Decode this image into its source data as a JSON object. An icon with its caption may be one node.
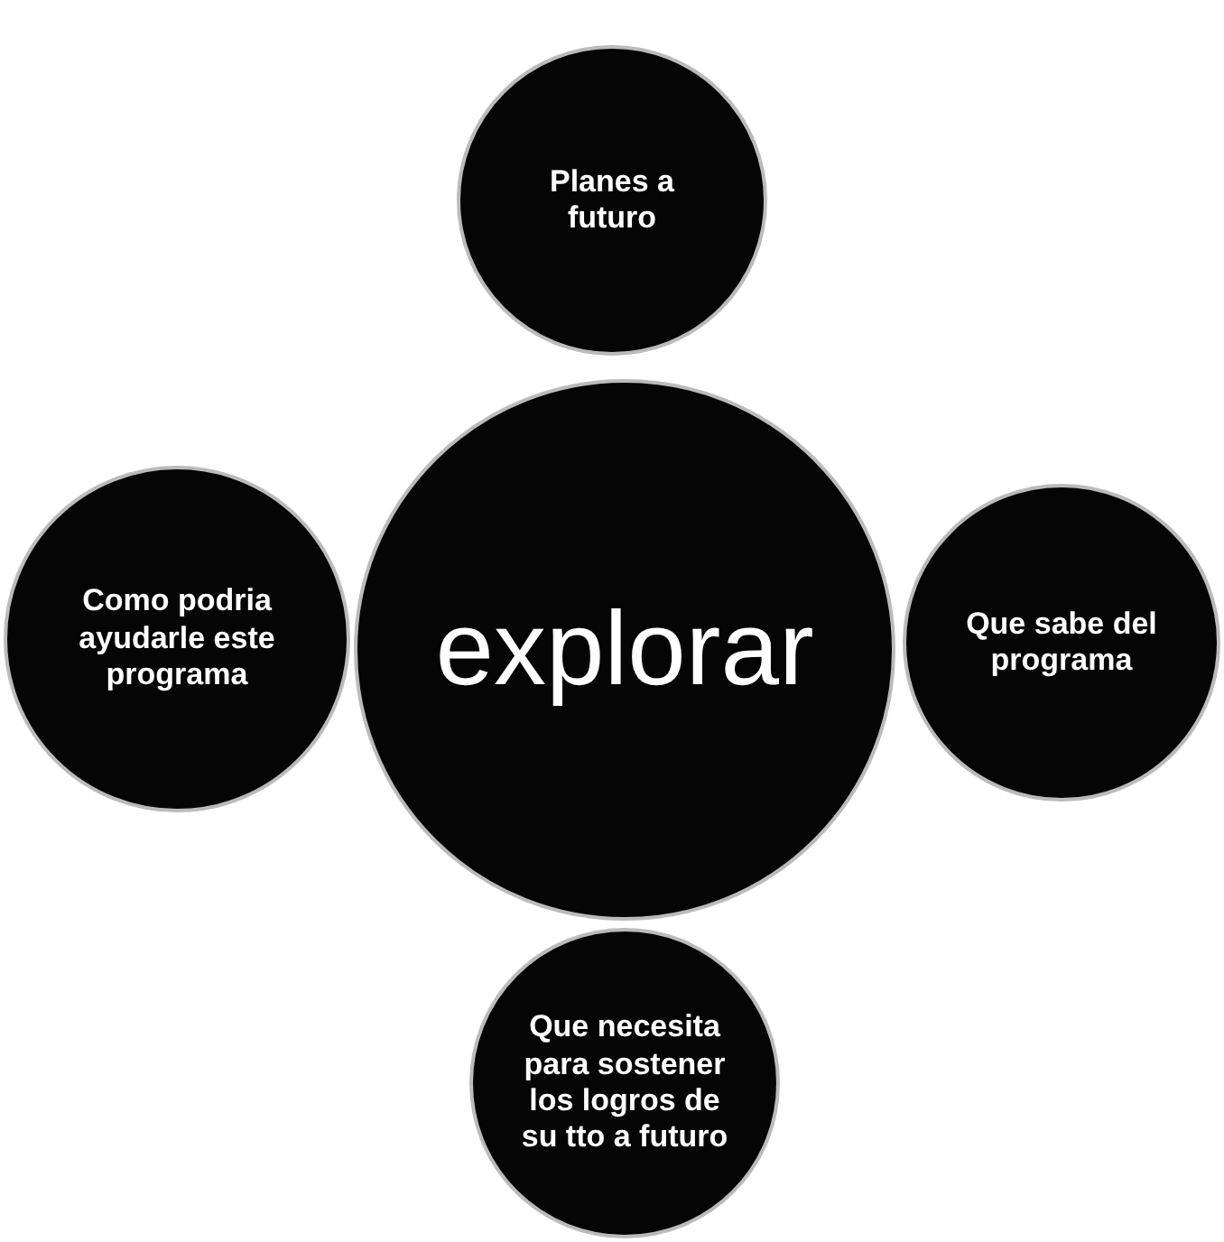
{
  "diagram": {
    "nodes": [
      {
        "text": [
          "Planes a futuro"
        ]
      },
      {
        "text": [
          "Como podria ayudarle este programa"
        ]
      },
      {
        "text": [
          "explorar"
        ]
      },
      {
        "text": [
          "Que sabe del programa"
        ]
      },
      {
        "text": [
          "Que necesita para sostener los logros de su tto a futuro"
        ]
      }
    ]
  }
}
